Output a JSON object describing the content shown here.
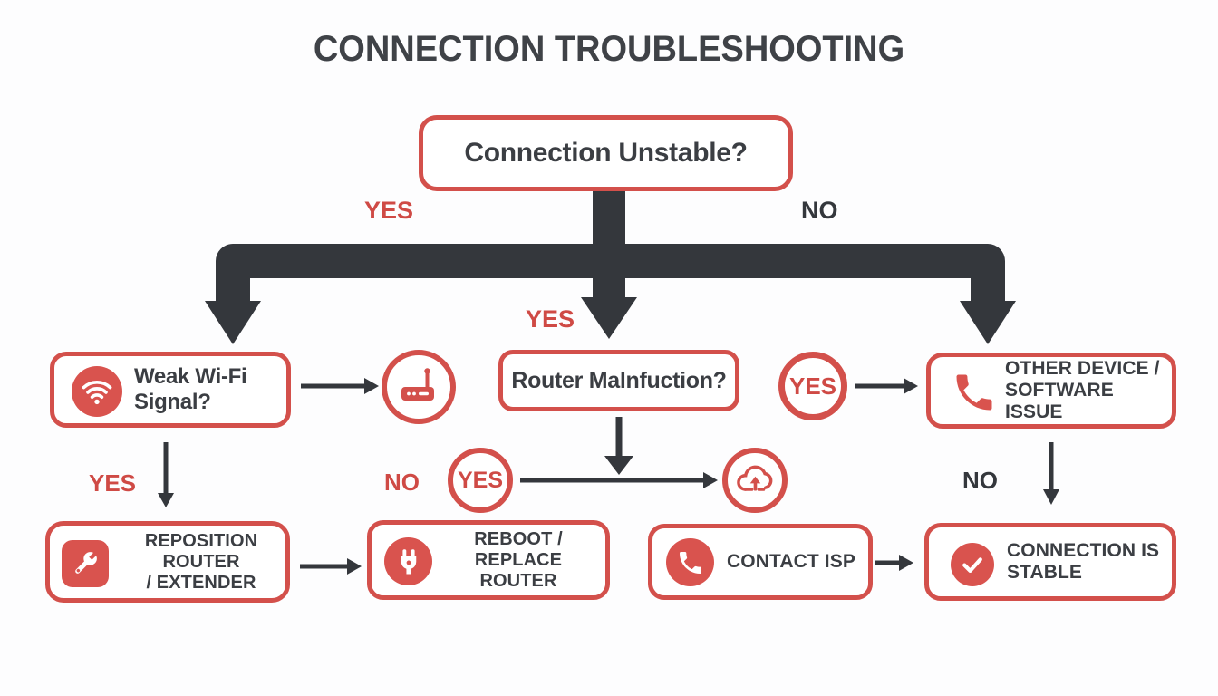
{
  "title": "CONNECTION TROUBLESHOOTING",
  "root": {
    "label": "Connection Unstable?"
  },
  "branch": {
    "yes": "YES",
    "no": "NO",
    "mid_yes": "YES"
  },
  "row2": {
    "weak_wifi": {
      "line1": "Weak Wi-Fi",
      "line2": "Signal?"
    },
    "router_malfunction": {
      "label": "Router Malnfuction?"
    },
    "yes_badge": "YES",
    "other_device": {
      "line1": "OTHER DEVICE /",
      "line2": "SOFTWARE ISSUE"
    }
  },
  "row3": {
    "yes_label": "YES",
    "no_label": "NO",
    "yes_badge": "YES",
    "no_label_dark": "NO"
  },
  "row4": {
    "reposition": {
      "line1": "REPOSITION ROUTER",
      "line2": "/ EXTENDER"
    },
    "reboot": {
      "line1": "REBOOT / REPLACE",
      "line2": "ROUTER"
    },
    "contact_isp": {
      "label": "CONTACT ISP"
    },
    "stable": {
      "line1": "CONNECTION IS",
      "line2": "STABLE"
    }
  },
  "icons": [
    "wifi-icon",
    "router-icon",
    "phone-icon",
    "cloud-upload-icon",
    "wrench-icon",
    "plug-icon",
    "check-icon"
  ],
  "colors": {
    "red": "#d3504b",
    "dark_arrow": "#34373c",
    "text": "#3b3e43",
    "background": "#fdfdfe"
  }
}
